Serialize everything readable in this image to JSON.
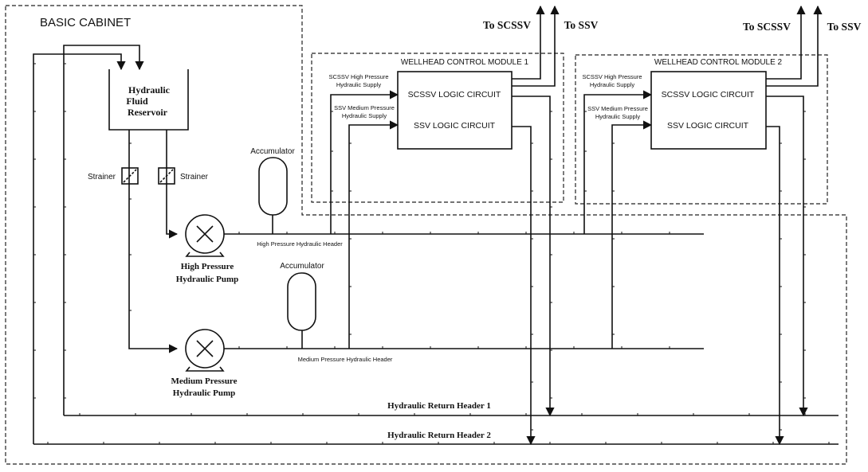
{
  "cabinet": {
    "title": "BASIC CABINET"
  },
  "modules": [
    {
      "title": "WELLHEAD CONTROL MODULE 1",
      "scsssv_supply": [
        "SCSSV High Pressure",
        "Hydraulic Supply"
      ],
      "ssv_supply": [
        "SSV Medium Pressure",
        "Hydraulic Supply"
      ],
      "scsssv_circuit": "SCSSV LOGIC CIRCUIT",
      "ssv_circuit": "SSV LOGIC CIRCUIT",
      "to_scsssv": "To SCSSV",
      "to_ssv": "To SSV"
    },
    {
      "title": "WELLHEAD CONTROL MODULE 2",
      "scsssv_supply": [
        "SCSSV High Pressure",
        "Hydraulic Supply"
      ],
      "ssv_supply": [
        "SSV Medium Pressure",
        "Hydraulic Supply"
      ],
      "scsssv_circuit": "SCSSV LOGIC CIRCUIT",
      "ssv_circuit": "SSV LOGIC CIRCUIT",
      "to_scsssv": "To SCSSV",
      "to_ssv": "To SSV"
    }
  ],
  "reservoir": [
    "Hydraulic",
    "Fluid",
    "Reservoir"
  ],
  "strainers": [
    "Strainer",
    "Strainer"
  ],
  "accumulators": [
    "Accumulator",
    "Accumulator"
  ],
  "hp_pump": [
    "High Pressure",
    "Hydraulic Pump"
  ],
  "mp_pump": [
    "Medium Pressure",
    "Hydraulic Pump"
  ],
  "headers": {
    "high": "High Pressure Hydraulic Header",
    "medium": "Medium Pressure Hydraulic Header",
    "return1": "Hydraulic Return Header 1",
    "return2": "Hydraulic Return Header 2"
  },
  "colors": {
    "module_fill": "#e8f2fb",
    "line": "#111111"
  }
}
